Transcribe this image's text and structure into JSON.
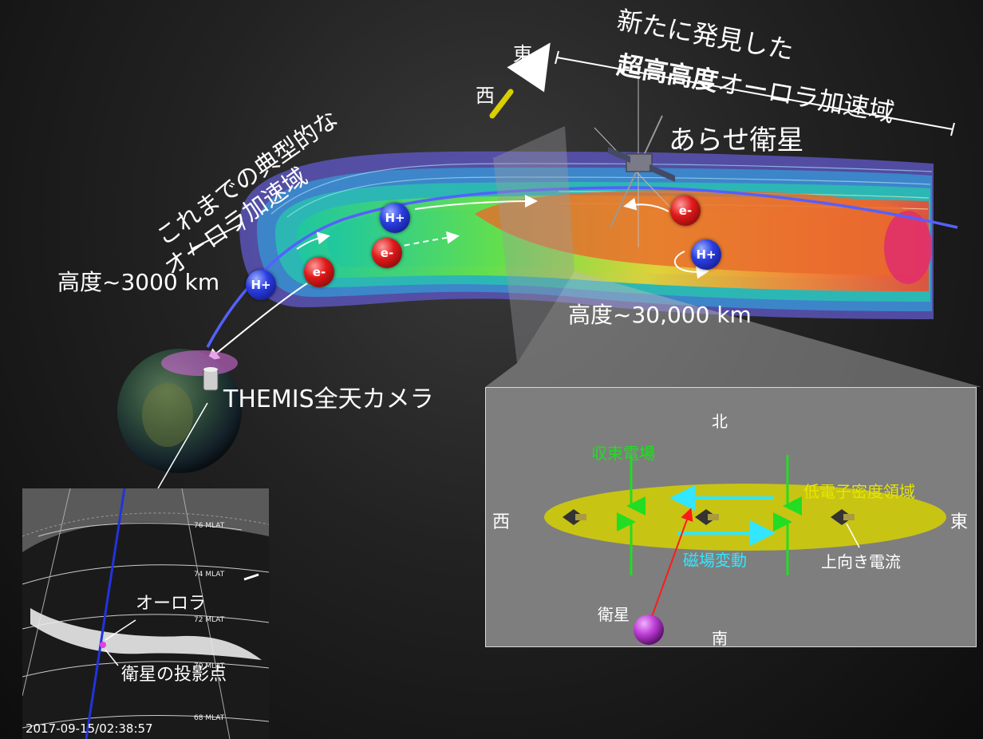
{
  "title": {
    "line1": "新たに発見した",
    "line2_bold": "超高高度",
    "line2_rest": "オーロラ加速域"
  },
  "typical_region": {
    "line1": "これまでの典型的な",
    "line2": "オーロラ加速域"
  },
  "directions_top": {
    "east": "東",
    "west": "西"
  },
  "satellite_label": "あらせ衛星",
  "altitude_low": "高度~3000 km",
  "altitude_high": "高度~30,000 km",
  "ions": {
    "h": "H+",
    "e": "e-"
  },
  "camera_label": "THEMIS全天カメラ",
  "inset": {
    "north": "北",
    "south": "南",
    "west": "西",
    "east": "東",
    "convergent_field": "収束電場",
    "low_density": "低電子密度領域",
    "magnetic_variation": "磁場変動",
    "upward_current": "上向き電流",
    "satellite": "衛星"
  },
  "allsky": {
    "mlat_76": "76 MLAT",
    "mlat_74": "74 MLAT",
    "mlat_72": "72 MLAT",
    "mlat_70": "70 MLAT",
    "mlat_68": "68 MLAT",
    "aurora": "オーロラ",
    "footpoint": "衛星の投影点",
    "timestamp": "2017-09-15/02:38:57"
  },
  "colors": {
    "field_line": "#5560ff",
    "inset_green": "#22dd22",
    "inset_cyan": "#33e6ff",
    "inset_yellow": "#e6e600",
    "ellipse_yellow": "#c8c414",
    "red_arrow": "#ff1a1a",
    "satellite_sphere": "#cc44dd"
  }
}
